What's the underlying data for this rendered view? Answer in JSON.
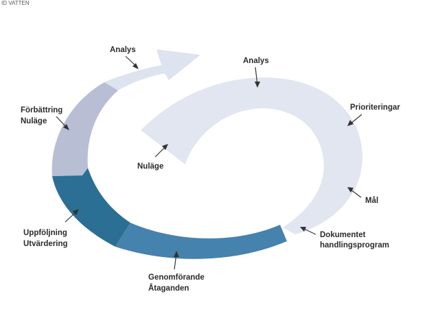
{
  "corner_text": "ID VATTEN",
  "colors": {
    "inner_fill": "#e1e6f0",
    "segment_light": "#dde3ef",
    "segment_grey": "#b8bed4",
    "segment_dark": "#2b6f95",
    "segment_mid": "#4582ad",
    "label_text": "#2b2b2b"
  },
  "labels": {
    "analys_top": "Analys",
    "analys_inner": "Analys",
    "prioriteringar": "Prioriteringar",
    "forbattring_line1": "Förbättring",
    "forbattring_line2": "Nuläge",
    "nulage_inner": "Nuläge",
    "mal": "Mål",
    "uppfoljning_line1": "Uppföljning",
    "uppfoljning_line2": "Utvärdering",
    "dokumentet_line1": "Dokumentet",
    "dokumentet_line2": "handlingsprogram",
    "genomforande_line1": "Genomförande",
    "genomforande_line2": "Åtaganden"
  }
}
